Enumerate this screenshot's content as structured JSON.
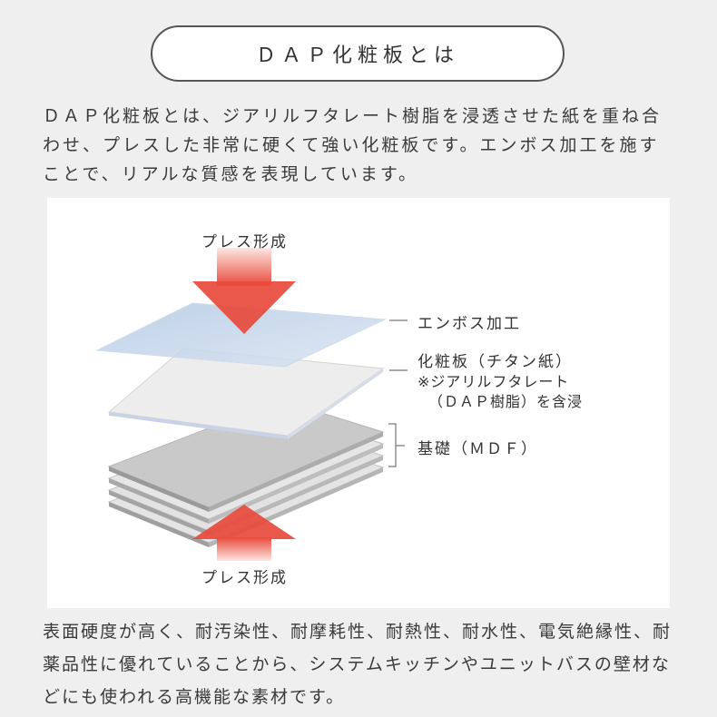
{
  "title": "ＤＡＰ化粧板とは",
  "intro": "ＤＡＰ化粧板とは、ジアリルフタレート樹脂を浸透させた紙を重ね合わせ、プレスした非常に硬くて強い化粧板です。エンボス加工を施すことで、リアルな質感を表現しています。",
  "diagram": {
    "press_top": "プレス形成",
    "press_bottom": "プレス形成",
    "layer_emboss": "エンボス加工",
    "layer_decor_title": "化粧板（チタン紙）",
    "layer_decor_note1": "※ジアリルフタレート",
    "layer_decor_note2": "（ＤＡＰ樹脂）を含浸",
    "layer_base": "基礎（ＭＤＦ）",
    "colors": {
      "arrow": "#e84a3c",
      "emboss_layer": "#b9cfe8",
      "decor_layer": "#e6e6e6",
      "base_layer": "#cfcfcf"
    }
  },
  "outro": "表面硬度が高く、耐汚染性、耐摩耗性、耐熱性、耐水性、電気絶縁性、耐薬品性に優れていることから、システムキッチンやユニットバスの壁材などにも使われる高機能な素材です。"
}
